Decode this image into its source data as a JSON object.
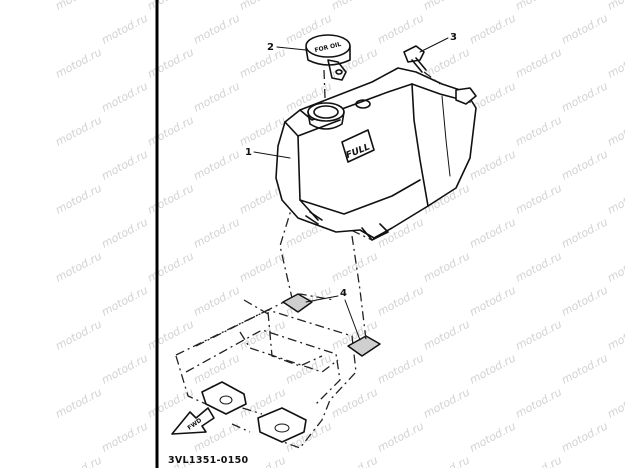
{
  "watermark": "motod.ru",
  "callouts": {
    "c1": "1",
    "c2": "2",
    "c3": "3",
    "c4": "4"
  },
  "tank_label": "FULL",
  "cap_text": "FOR OIL",
  "fwd_label": "FWD",
  "diagram_code": "3VL1351-0150"
}
